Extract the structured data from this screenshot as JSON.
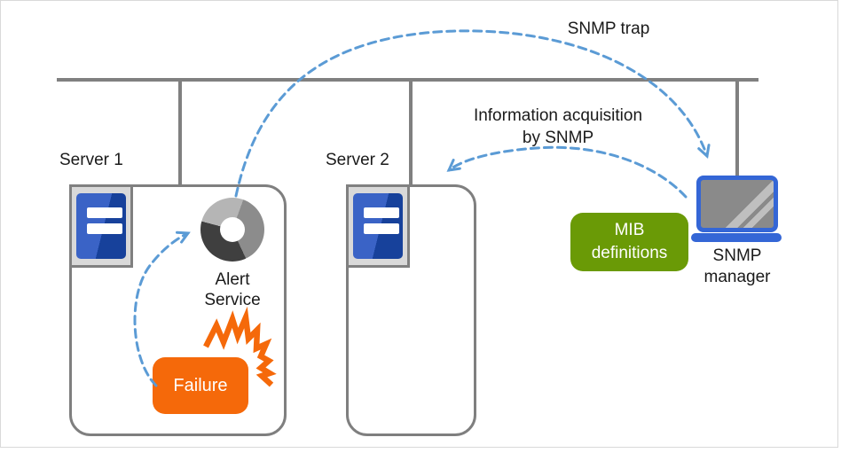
{
  "annotations": {
    "snmp_trap": "SNMP trap",
    "info_acquisition": {
      "line1": "Information acquisition",
      "line2": "by SNMP"
    }
  },
  "nodes": {
    "server1": {
      "label": "Server 1"
    },
    "server2": {
      "label": "Server 2"
    },
    "alert_service": {
      "line1": "Alert",
      "line2": "Service"
    },
    "failure": {
      "label": "Failure"
    },
    "mib_definitions": {
      "line1": "MIB",
      "line2": "definitions"
    },
    "snmp_manager": {
      "line1": "SNMP",
      "line2": "manager"
    }
  },
  "icons": {
    "server": "server-icon",
    "alert_service": "donut-sync-icon",
    "failure_burst": "burst-icon",
    "snmp_manager": "laptop-icon"
  },
  "colors": {
    "text": "#1a1a1a",
    "arrow_blue": "#5b9bd5",
    "line_gray": "#808080",
    "box_border": "#7f7f7f",
    "frame_border": "#d9d9d9",
    "icon_bg": "#d9d9d9",
    "icon_border": "#808080",
    "server_blue_light": "#3a63c6",
    "server_blue_dark": "#17419b",
    "donut_light": "#b5b5b5",
    "donut_mid": "#8c8c8c",
    "donut_dark": "#3f3f3f",
    "orange": "#f5690a",
    "green": "#6a9a06",
    "laptop_blue": "#3466d6",
    "screen_gray": "#8a8a8a"
  }
}
